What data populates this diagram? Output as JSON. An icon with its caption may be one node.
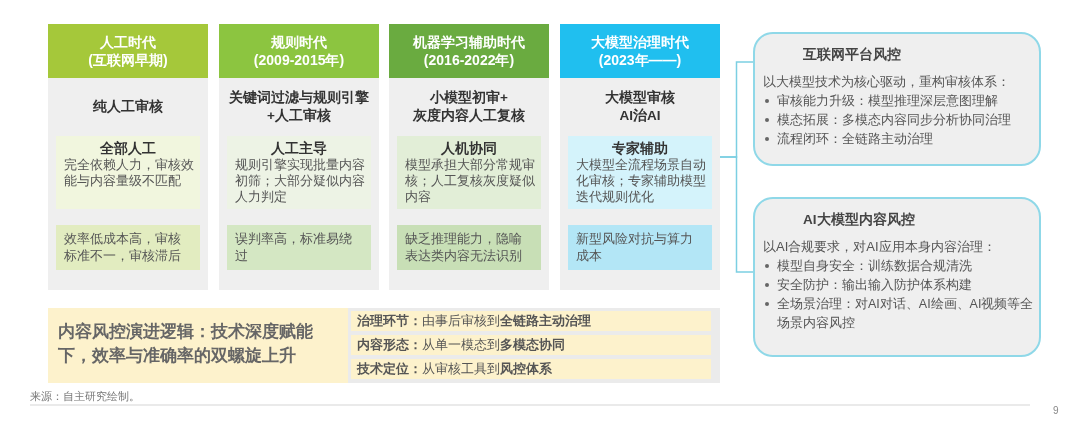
{
  "diagram": {
    "nodes": [
      {
        "text": [
          "人工时代 (互联网早期)",
          "纯人工审核"
        ]
      },
      {
        "text": [
          "全部人工",
          "完全依赖人力，审核效能与内容量级不匹配"
        ],
        "in": 0
      },
      {
        "text": [
          "效率低成本高，审核标准不一，审核滞后"
        ],
        "in": 0
      },
      {
        "text": [
          "规则时代 (2009-2015年)",
          "关键词过滤与规则引擎 +人工审核"
        ]
      },
      {
        "text": [
          "人工主导",
          "规则引擎实现批量内容初筛；大部分疑似内容人力判定"
        ],
        "in": 3
      },
      {
        "text": [
          "误判率高，标准易绕过"
        ],
        "in": 3
      },
      {
        "text": [
          "机器学习辅助时代 (2016-2022年)",
          "小模型初审+ 灰度内容人工复核"
        ]
      },
      {
        "text": [
          "人机协同",
          "模型承担大部分常规审核；人工复核灰度疑似内容"
        ],
        "in": 6
      },
      {
        "text": [
          "缺乏推理能力，隐喻表达类内容无法识别"
        ],
        "in": 6
      },
      {
        "text": [
          "大模型治理时代 (2023年——)",
          "大模型审核 AI治AI"
        ]
      },
      {
        "text": [
          "专家辅助",
          "大模型全流程场景自动化审核；专家辅助模型迭代规则优化"
        ],
        "in": 9
      },
      {
        "text": [
          "新型风险对抗与算力成本"
        ],
        "in": 9
      },
      {
        "text": [
          "互联网平台风控",
          "以大模型技术为核心驱动，重构审核体系：",
          "审核能力升级：模型推理深层意图理解",
          "模态拓展：多模态内容同步分析协同治理",
          "流程闭环：全链路主动治理"
        ]
      },
      {
        "text": [
          "AI大模型内容风控",
          "以AI合规要求，对AI应用本身内容治理：",
          "模型自身安全：训练数据合规清洗",
          "安全防护：输出输入防护体系构建",
          "全场景治理：对AI对话、AI绘画、AI视频等全场景内容风控"
        ]
      },
      {
        "text": [
          "内容风控演进逻辑：技术深度赋能下，效率与准确率的双螺旋上升"
        ]
      },
      {
        "text": [
          "**治理环节：**由事后审核到**全链路主动治理**"
        ],
        "in": 14
      },
      {
        "text": [
          "**内容形态：**从单一模态到**多模态协同**"
        ],
        "in": 14
      },
      {
        "text": [
          "**技术定位：**从审核工具到**风控体系**"
        ],
        "in": 14
      }
    ],
    "edges": [
      {
        "from": 9,
        "to": 12,
        "arrow": "none"
      },
      {
        "from": 9,
        "to": 13,
        "arrow": "none"
      }
    ],
    "labels": [
      "来源：自主研究绘制。",
      "9"
    ]
  }
}
